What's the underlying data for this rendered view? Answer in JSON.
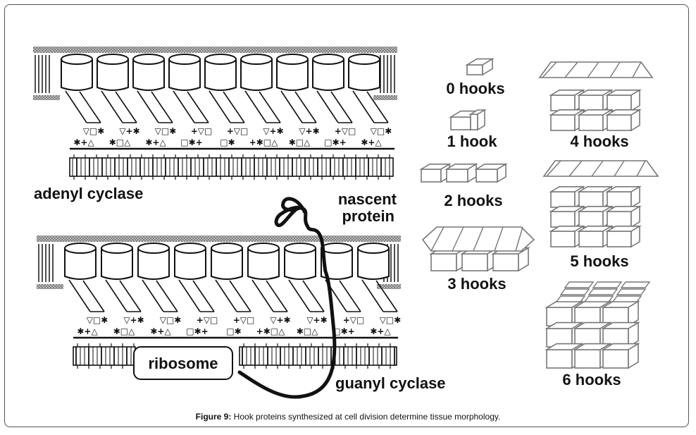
{
  "figure": {
    "caption_label": "Figure 9:",
    "caption_text": " Hook proteins synthesized at cell division determine tissue morphology."
  },
  "labels": {
    "adenyl": "adenyl cyclase",
    "guanyl": "guanyl cyclase",
    "nascent_line1": "nascent",
    "nascent_line2": "protein",
    "ribosome": "ribosome"
  },
  "membranes": [
    {
      "name": "adenyl-cyclase",
      "cylinders": 9,
      "symbol_groups_top": [
        "▽□✱",
        "▽+✱",
        "▽□✱",
        "+▽□",
        "+▽□",
        "▽+✱",
        "▽+✱",
        "+▽□",
        "▽□✱"
      ],
      "symbol_groups_bottom": [
        "✱+△",
        "✱□△",
        "✱+△",
        "□✱+",
        "□✱",
        "+✱□△",
        "✱□△",
        "□✱+",
        "✱+△"
      ]
    },
    {
      "name": "guanyl-cyclase",
      "cylinders": 9,
      "symbol_groups_top": [
        "▽□✱",
        "▽+✱",
        "▽□✱",
        "+▽□",
        "+▽□",
        "▽+✱",
        "▽+✱",
        "+▽□",
        "▽□✱"
      ],
      "symbol_groups_bottom": [
        "✱+△",
        "✱□△",
        "✱+△",
        "□✱+",
        "□✱",
        "+✱□△",
        "✱□△",
        "□✱+",
        "✱+△"
      ]
    }
  ],
  "hooks": [
    {
      "label": "0 hooks",
      "count": 0
    },
    {
      "label": "1 hook",
      "count": 1
    },
    {
      "label": "2 hooks",
      "count": 2
    },
    {
      "label": "3 hooks",
      "count": 3
    },
    {
      "label": "4 hooks",
      "count": 4
    },
    {
      "label": "5 hooks",
      "count": 5
    },
    {
      "label": "6 hooks",
      "count": 6
    }
  ],
  "colors": {
    "ink": "#111111",
    "block_stroke": "#777777",
    "membrane_fill": "#9a9a9a"
  }
}
